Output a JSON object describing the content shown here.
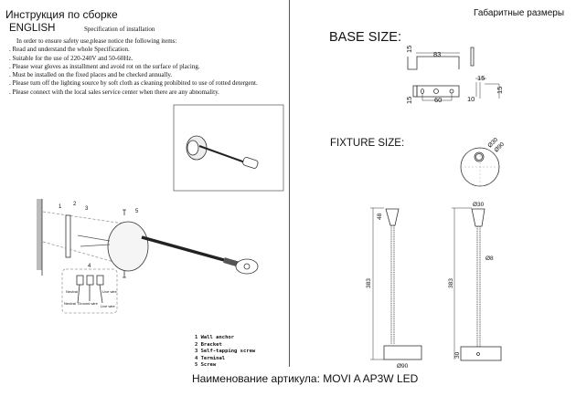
{
  "header": {
    "title": "Инструкция по сборке",
    "language": "ENGLISH",
    "spec_title": "Specification of installation"
  },
  "spec": {
    "intro": "In order to ensure safety use,please notice the following items:",
    "items": [
      ". Read and understand the whole Specification.",
      ". Suitable for the use of 220-240V and 50-60Hz.",
      ". Please wear gloves as installment and avoid rot on the surface of placing.",
      ". Must be installed on the fixed places and be checked annually.",
      ". Please turn off the lighting source by soft cloth as cleaning prohibited to use of rotted detergent.",
      ". Please connect with the local sales service center when there are any abnomality."
    ]
  },
  "install_diagram": {
    "callouts": [
      "1",
      "2",
      "3",
      "4",
      "5"
    ],
    "terminal_labels": {
      "neutral_top": "Neutral",
      "live_top": "Live wire",
      "neutral_bottom": "Neutral",
      "ground": "Ground wire",
      "live_bottom": "Live wire"
    },
    "legend": [
      "1 Wall anchor",
      "2 Bracket",
      "3 Self-tapping screw",
      "4 Terminal",
      "5 Screw"
    ]
  },
  "dimensions": {
    "title": "Габаритные размеры",
    "base_title": "BASE SIZE:",
    "base": {
      "height": "15",
      "length": "83",
      "hole_spacing": "60",
      "side_height": "15",
      "side_width": "15",
      "side_offset": "10",
      "front_height": "15"
    },
    "fixture_title": "FIXTURE SIZE:",
    "fixture": {
      "head_dia": "Ø30",
      "base_dia": "Ø90",
      "head_len": "48",
      "total_height": "383",
      "total_height_2": "383",
      "tube_dia": "Ø8",
      "base_height": "30",
      "top_head_dia": "Ø30",
      "bottom_dia": "Ø90"
    }
  },
  "caption": "Наименование артикула: MOVI A AP3W LED"
}
